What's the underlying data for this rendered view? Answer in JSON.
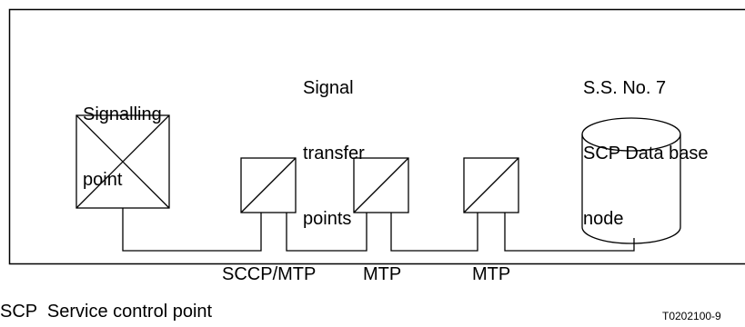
{
  "labels": {
    "signalling_point": [
      "Signalling",
      "point"
    ],
    "signal_transfer_points": [
      "Signal",
      "transfer",
      "points"
    ],
    "scp_node": [
      "S.S. No. 7",
      "SCP Data base",
      "node"
    ],
    "link_label_1": "SCCP/MTP",
    "link_label_2": "MTP",
    "link_label_3": "MTP"
  },
  "footnote": "SCP  Service control point",
  "figure_code": "T0202100-9"
}
